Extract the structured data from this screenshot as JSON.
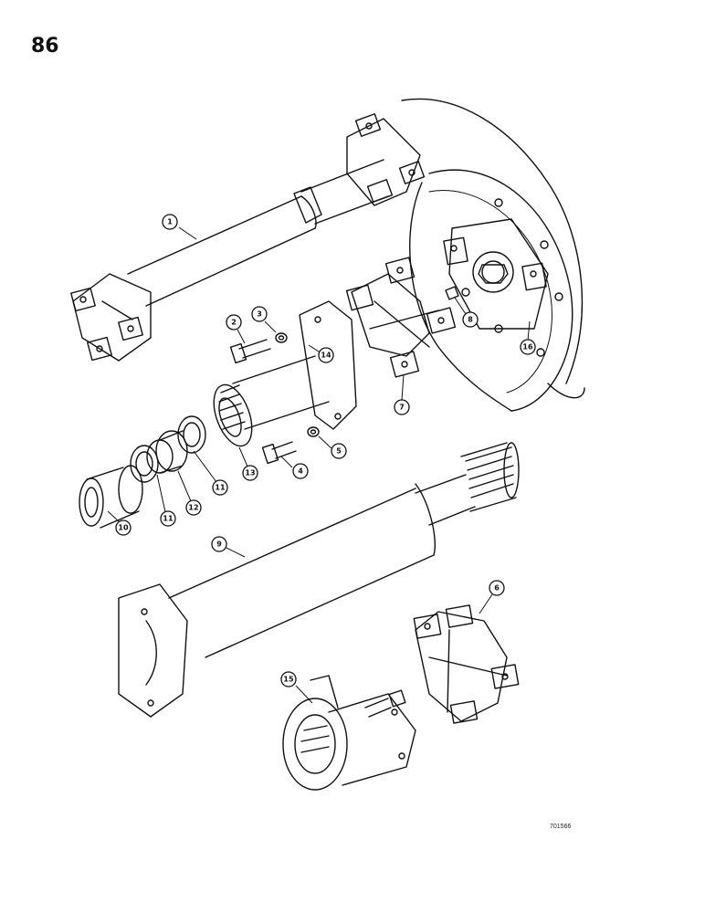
{
  "page": {
    "number": "86",
    "figure_code": "701566"
  },
  "callouts": [
    {
      "id": "c1",
      "label": "1"
    },
    {
      "id": "c2",
      "label": "2"
    },
    {
      "id": "c3",
      "label": "3"
    },
    {
      "id": "c4",
      "label": "4"
    },
    {
      "id": "c5",
      "label": "5"
    },
    {
      "id": "c6",
      "label": "6"
    },
    {
      "id": "c7",
      "label": "7"
    },
    {
      "id": "c8",
      "label": "8"
    },
    {
      "id": "c9",
      "label": "9"
    },
    {
      "id": "c10",
      "label": "10"
    },
    {
      "id": "c11a",
      "label": "11"
    },
    {
      "id": "c11b",
      "label": "11"
    },
    {
      "id": "c12",
      "label": "12"
    },
    {
      "id": "c13",
      "label": "13"
    },
    {
      "id": "c14",
      "label": "14"
    },
    {
      "id": "c15",
      "label": "15"
    },
    {
      "id": "c16",
      "label": "16"
    }
  ],
  "colors": {
    "ink": "#111111",
    "paper": "#ffffff"
  }
}
